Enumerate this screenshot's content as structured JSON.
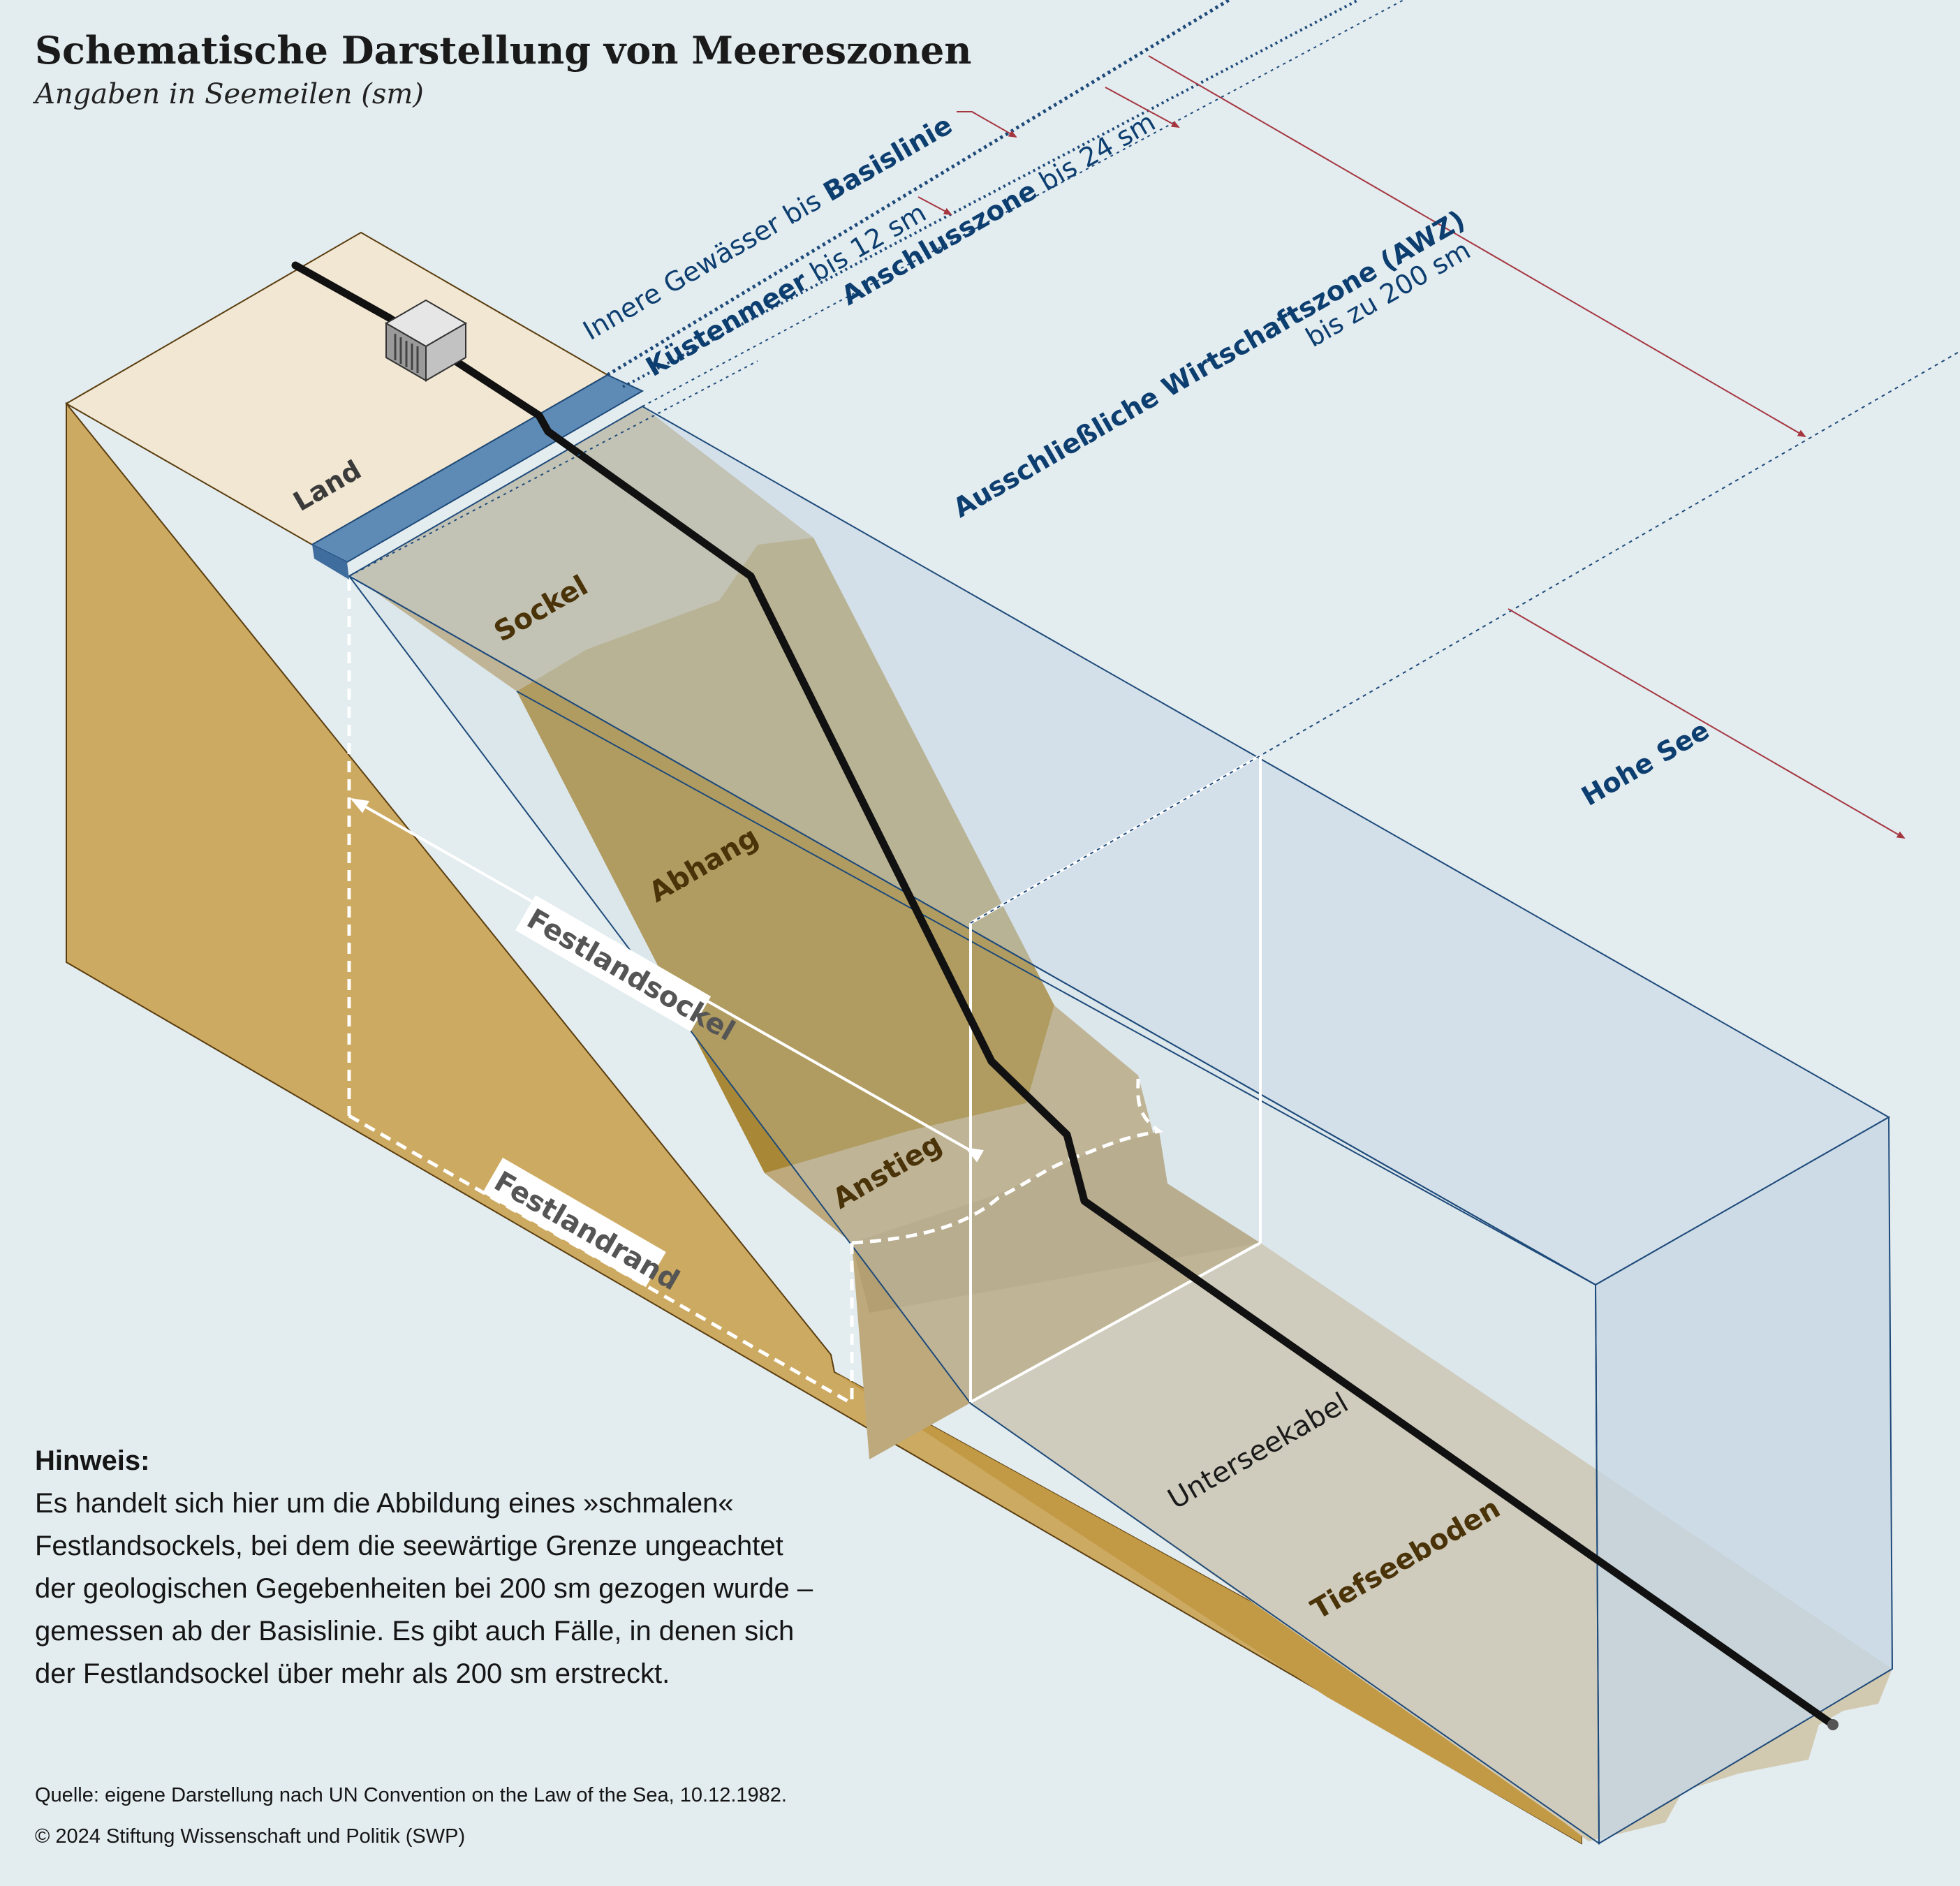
{
  "header": {
    "title": "Schematische Darstellung von Meereszonen",
    "subtitle": "Angaben in Seemeilen (sm)"
  },
  "zones": {
    "inner_waters_prefix": "Innere Gewässer bis ",
    "inner_waters_bold": "Basislinie",
    "territorial_sea": "Küstenmeer",
    "territorial_sea_range": " bis 12 sm",
    "contiguous_zone": "Anschlusszone",
    "contiguous_zone_range": " bis 24 sm",
    "eez": "Ausschließliche Wirtschaftszone (AWZ)",
    "eez_range": "bis zu 200 sm",
    "high_seas": "Hohe See"
  },
  "terrain": {
    "land": "Land",
    "shelf": "Sockel",
    "slope": "Abhang",
    "rise": "Anstieg",
    "deep_sea_floor": "Tiefseeboden",
    "submarine_cable": "Unterseekabel"
  },
  "boxes": {
    "continental_shelf": "Festlandsockel",
    "continental_margin": "Festlandrand"
  },
  "note": {
    "heading": "Hinweis:",
    "text": "Es handelt sich hier um die Abbildung eines »schmalen«\nFestlandsockels, bei dem die seewärtige Grenze ungeachtet\nder geologischen Gegebenheiten bei 200 sm gezogen wurde –\ngemessen ab der Basislinie. Es gibt auch Fälle, in denen sich\nder Festlandsockel über mehr als 200 sm erstreckt."
  },
  "footer": {
    "source": "Quelle: eigene Darstellung nach UN Convention on the Law of the Sea, 10.12.1982.",
    "copyright": "© 2024 Stiftung Wissenschaft und Politik (SWP)"
  },
  "colors": {
    "background": "#e3ecef",
    "land_top": "#f1e7d3",
    "land_side": "#cdaa62",
    "shelf": "#bda97c",
    "slope": "#a88836",
    "deep_floor": "#d2c9b1",
    "water": "#c6d7e3",
    "coastal_strip": "#5e8bb5",
    "line_blue": "#1e4a7a",
    "arrow_red": "#a5353f"
  }
}
